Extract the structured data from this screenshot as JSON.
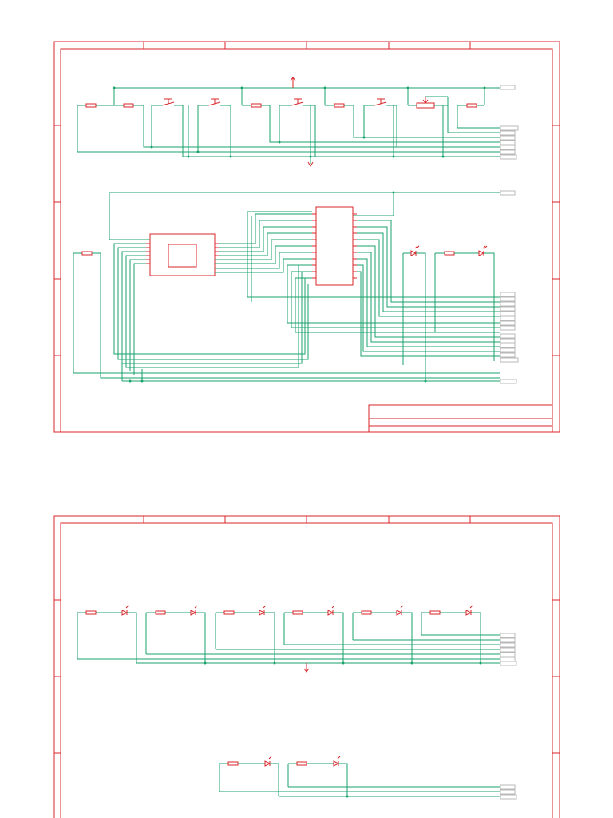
{
  "document": {
    "type": "schematic",
    "sheets": [
      {
        "name": "sheet-1",
        "resistors": 8,
        "pushbuttons": 4,
        "potentiometers": 1,
        "leds": 2,
        "ics": 1,
        "displays": 1
      },
      {
        "name": "sheet-2",
        "resistors": 8,
        "leds": 8
      }
    ]
  },
  "colors": {
    "frame": "#d8262a",
    "component": "#d8262a",
    "wire": "#1aa36b",
    "port": "#b8b8b8",
    "background": "#ffffff"
  },
  "icons": [
    "resistor-icon",
    "pushbutton-icon",
    "potentiometer-icon",
    "led-icon",
    "ic-icon",
    "seven-segment-display-icon",
    "power-arrow-icon",
    "ground-arrow-icon",
    "net-port-icon"
  ]
}
